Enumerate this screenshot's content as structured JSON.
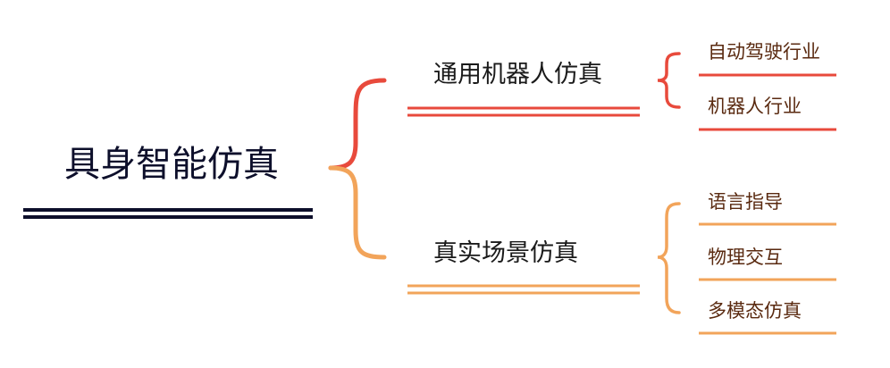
{
  "root": {
    "label": "具身智能仿真",
    "color": "#0d0f2b"
  },
  "branches": [
    {
      "label": "通用机器人仿真",
      "color": "#e84a3c",
      "leaves": [
        "自动驾驶行业",
        "机器人行业"
      ]
    },
    {
      "label": "真实场景仿真",
      "color": "#f2a45a",
      "leaves": [
        "语言指导",
        "物理交互",
        "多模态仿真"
      ]
    }
  ]
}
